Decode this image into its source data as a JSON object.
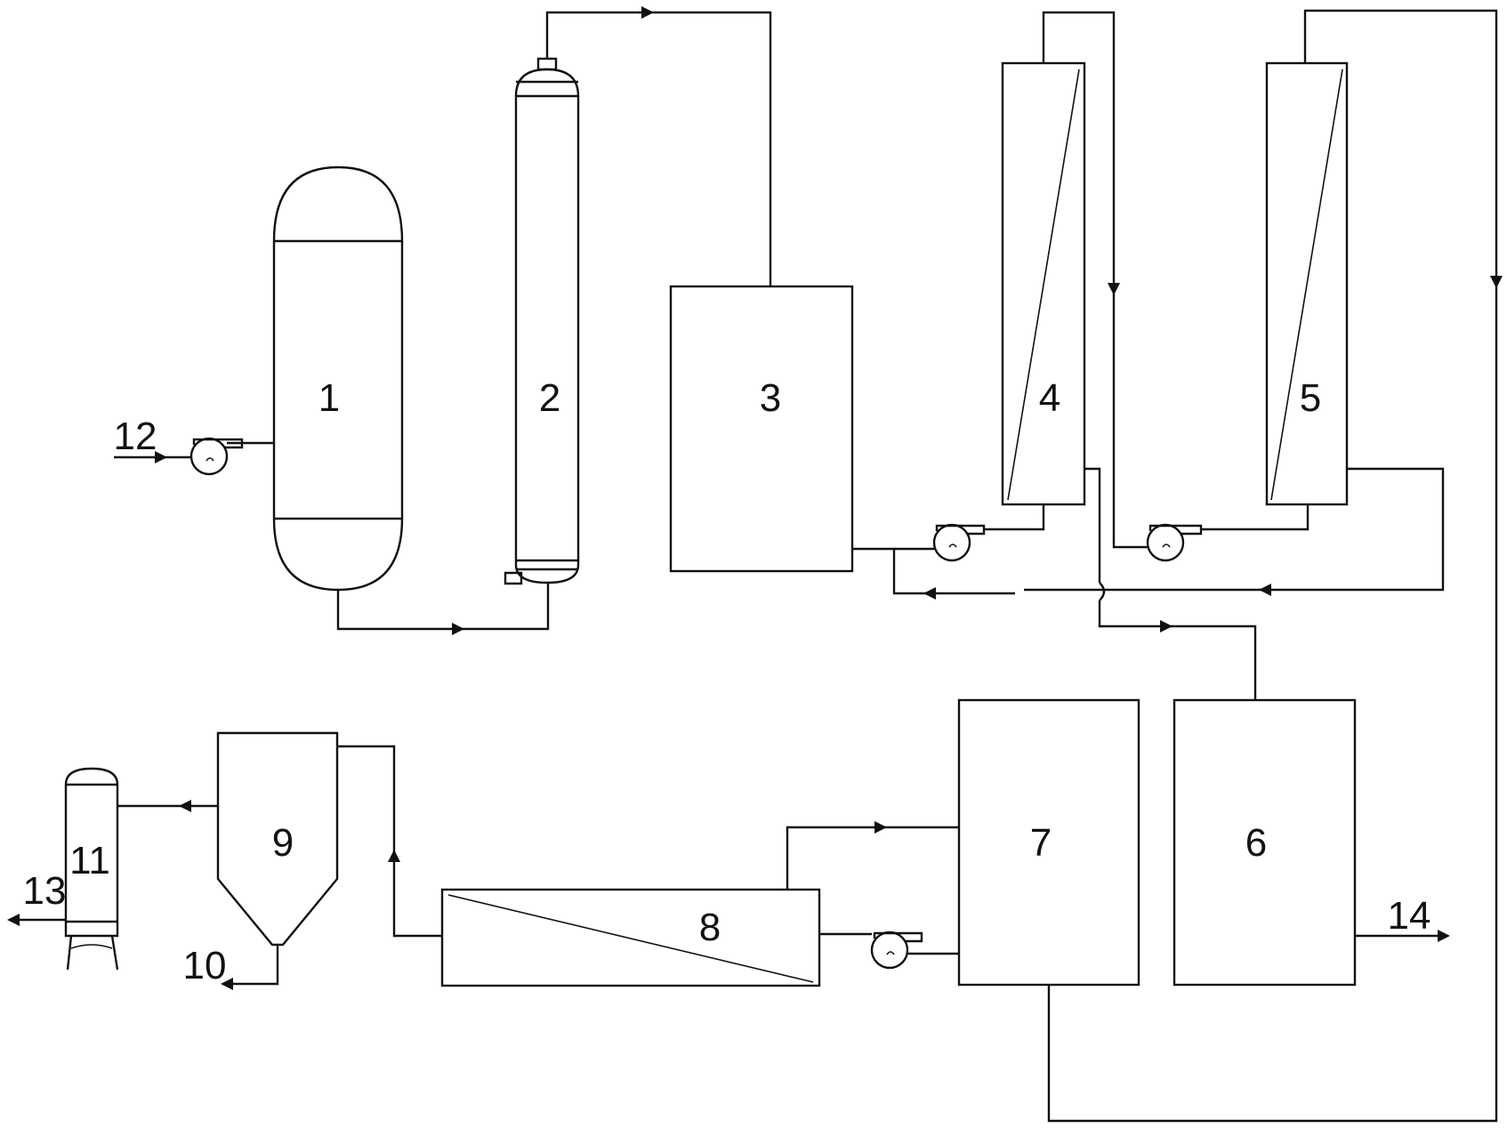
{
  "diagram": {
    "colors": {
      "line": "#111111",
      "background": "#ffffff"
    },
    "equipment": [
      {
        "id": "vessel",
        "number": "1"
      },
      {
        "id": "column",
        "number": "2"
      },
      {
        "id": "box3",
        "number": "3"
      },
      {
        "id": "tower4",
        "number": "4"
      },
      {
        "id": "tower5",
        "number": "5"
      },
      {
        "id": "box6",
        "number": "6"
      },
      {
        "id": "box7",
        "number": "7"
      },
      {
        "id": "dryer",
        "number": "8"
      },
      {
        "id": "cyclone",
        "number": "9"
      },
      {
        "id": "small-tank",
        "number": "11"
      }
    ],
    "streams": {
      "s10": "10",
      "s12": "12",
      "s13": "13",
      "s14": "14"
    }
  }
}
